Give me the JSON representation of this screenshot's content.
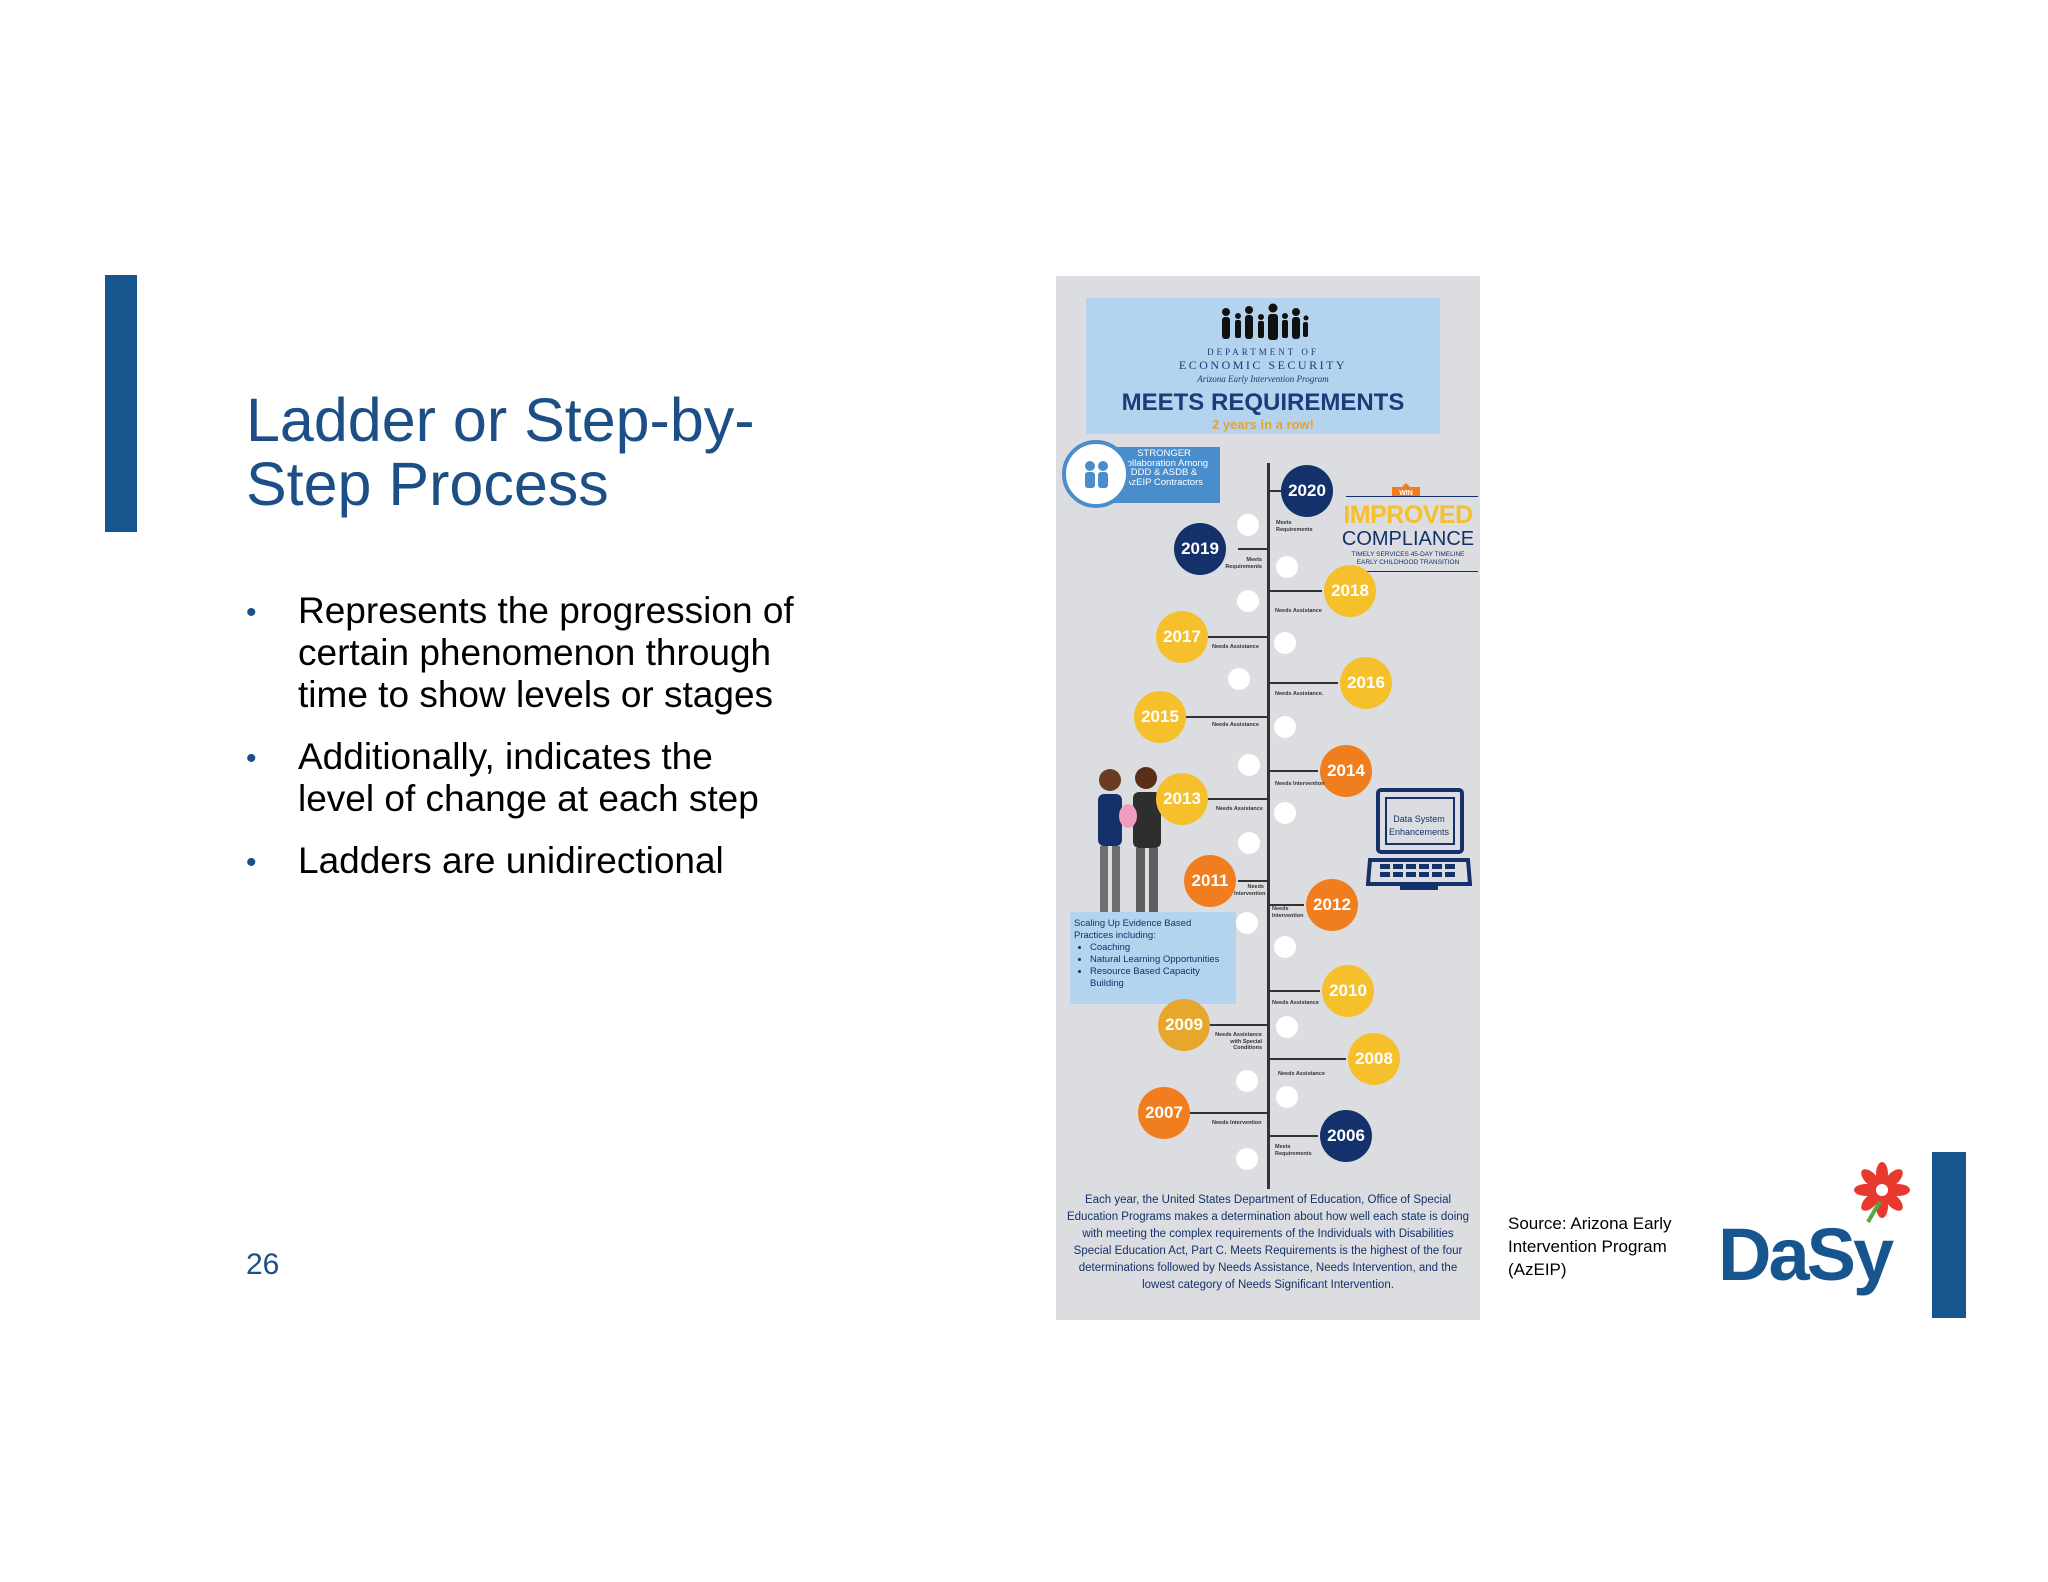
{
  "slide": {
    "title": "Ladder or Step-by-\nStep Process",
    "bullets": [
      "Represents the progression of\ncertain phenomenon through\ntime to show levels or stages",
      "Additionally, indicates the\nlevel of change at each step",
      "Ladders are unidirectional"
    ],
    "bullet_glyph": "•",
    "page_number": "26",
    "source": "Source: Arizona Early\nIntervention Program\n(AzEIP)",
    "logo_text": "DaSy",
    "accent_color": "#17558f"
  },
  "infographic": {
    "header": {
      "dept_small": "DEPARTMENT OF",
      "dept_main": "ECONOMIC SECURITY",
      "program": "Arizona Early Intervention Program",
      "headline": "MEETS REQUIREMENTS",
      "subheadline": "2 years in a row!"
    },
    "collab": "STRONGER\nCollaboration Among\nDDD & ASDB &\nAzEIP Contractors",
    "improved": {
      "badge": "WIN",
      "title": "IMPROVED",
      "subtitle": "COMPLIANCE",
      "details": "TIMELY SERVICES  45-DAY TIMELINE\nEARLY CHILDHOOD TRANSITION"
    },
    "laptop_label": "Data System\nEnhancements",
    "ebp": {
      "title": "Scaling Up Evidence Based\nPractices including:",
      "items": [
        "Coaching",
        "Natural Learning Opportunities",
        "Resource Based Capacity Building"
      ]
    },
    "years": [
      {
        "year": "2020",
        "status": "Meets\nRequirements"
      },
      {
        "year": "2019",
        "status": "Meets\nRequirements"
      },
      {
        "year": "2018",
        "status": "Needs Assistance"
      },
      {
        "year": "2017",
        "status": "Needs Assistance"
      },
      {
        "year": "2016",
        "status": "Needs Assistance."
      },
      {
        "year": "2015",
        "status": "Needs Assistance"
      },
      {
        "year": "2014",
        "status": "Needs Intervention"
      },
      {
        "year": "2013",
        "status": "Needs Assistance"
      },
      {
        "year": "2012",
        "status": "Needs\nIntervention"
      },
      {
        "year": "2011",
        "status": "Needs\nIntervention"
      },
      {
        "year": "2010",
        "status": "Needs Assistance"
      },
      {
        "year": "2009",
        "status": "Needs Assistance\nwith Special\nConditions"
      },
      {
        "year": "2008",
        "status": "Needs Assistance"
      },
      {
        "year": "2007",
        "status": "Needs Intervention"
      },
      {
        "year": "2006",
        "status": "Meets\nRequirements"
      }
    ],
    "footer": "Each year, the United States Department of Education, Office of Special Education Programs makes a determination about how well each state is doing with meeting the complex requirements of the Individuals with Disabilities Special Education Act, Part C.  Meets Requirements is the highest of the four determinations followed by Needs Assistance, Needs Intervention, and the lowest category of Needs Significant Intervention.",
    "colors": {
      "meets": "#14316b",
      "assistance": "#f5c02b",
      "intervention": "#f07d1e",
      "special_conditions": "#e7a72c",
      "background": "#dcdde0",
      "panel": "#b4d3ef"
    }
  }
}
